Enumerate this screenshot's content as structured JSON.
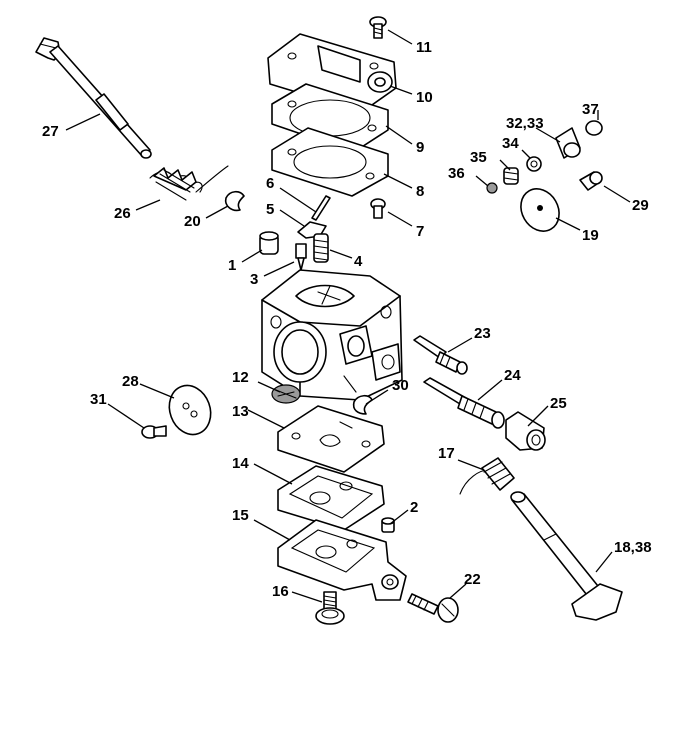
{
  "callouts": [
    {
      "id": "p1",
      "text": "1"
    },
    {
      "id": "p2",
      "text": "2"
    },
    {
      "id": "p3",
      "text": "3"
    },
    {
      "id": "p4",
      "text": "4"
    },
    {
      "id": "p5",
      "text": "5"
    },
    {
      "id": "p6",
      "text": "6"
    },
    {
      "id": "p7",
      "text": "7"
    },
    {
      "id": "p8",
      "text": "8"
    },
    {
      "id": "p9",
      "text": "9"
    },
    {
      "id": "p10",
      "text": "10"
    },
    {
      "id": "p11",
      "text": "11"
    },
    {
      "id": "p12",
      "text": "12"
    },
    {
      "id": "p13",
      "text": "13"
    },
    {
      "id": "p14",
      "text": "14"
    },
    {
      "id": "p15",
      "text": "15"
    },
    {
      "id": "p16",
      "text": "16"
    },
    {
      "id": "p17",
      "text": "17"
    },
    {
      "id": "p18",
      "text": "18,38"
    },
    {
      "id": "p19",
      "text": "19"
    },
    {
      "id": "p20",
      "text": "20"
    },
    {
      "id": "p22",
      "text": "22"
    },
    {
      "id": "p23",
      "text": "23"
    },
    {
      "id": "p24",
      "text": "24"
    },
    {
      "id": "p25",
      "text": "25"
    },
    {
      "id": "p26",
      "text": "26"
    },
    {
      "id": "p27",
      "text": "27"
    },
    {
      "id": "p28",
      "text": "28"
    },
    {
      "id": "p29",
      "text": "29"
    },
    {
      "id": "p30",
      "text": "30"
    },
    {
      "id": "p31",
      "text": "31"
    },
    {
      "id": "p32",
      "text": "32,33"
    },
    {
      "id": "p34",
      "text": "34"
    },
    {
      "id": "p35",
      "text": "35"
    },
    {
      "id": "p36",
      "text": "36"
    },
    {
      "id": "p37",
      "text": "37"
    }
  ]
}
